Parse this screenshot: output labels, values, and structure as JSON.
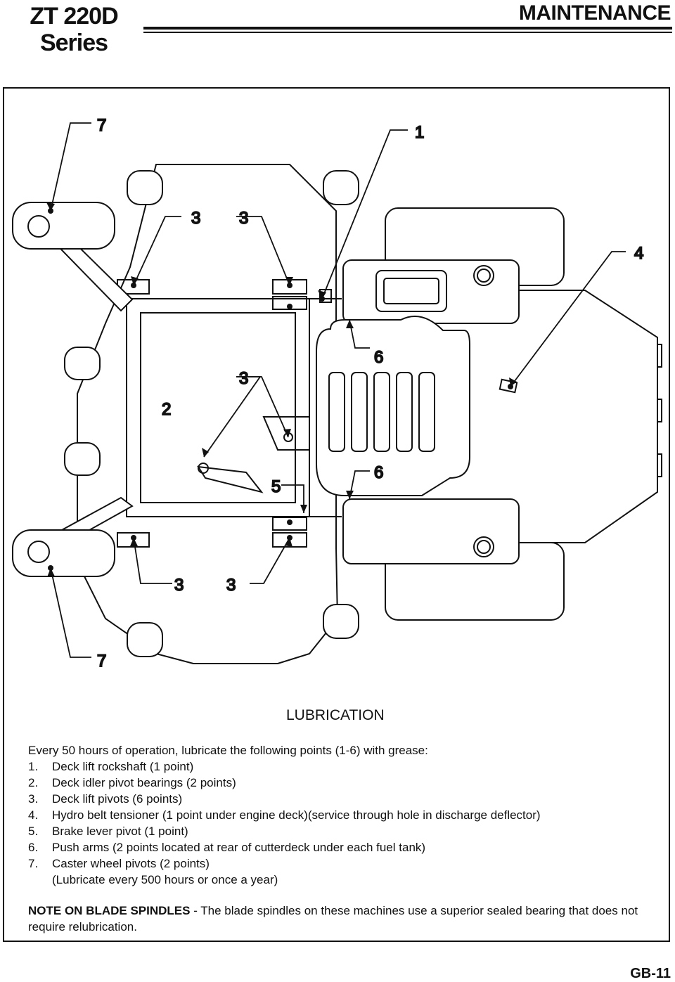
{
  "header": {
    "model_line1": "ZT 220D",
    "model_line2": "Series",
    "section": "MAINTENANCE"
  },
  "diagram": {
    "callouts": [
      "7",
      "1",
      "3",
      "3",
      "4",
      "6",
      "3",
      "2",
      "6",
      "5",
      "3",
      "3",
      "7"
    ]
  },
  "lubrication": {
    "title": "LUBRICATION",
    "intro": "Every 50 hours of operation, lubricate the following points (1-6) with grease:",
    "items": [
      {
        "num": "1.",
        "text": "Deck lift rockshaft (1 point)"
      },
      {
        "num": "2.",
        "text": "Deck idler pivot bearings (2 points)"
      },
      {
        "num": "3.",
        "text": "Deck lift pivots (6 points)"
      },
      {
        "num": "4.",
        "text": "Hydro belt tensioner (1 point under engine deck)(service through hole in discharge deflector)"
      },
      {
        "num": "5.",
        "text": "Brake lever pivot (1 point)"
      },
      {
        "num": "6.",
        "text": "Push arms (2 points located at rear of cutterdeck under each fuel tank)"
      },
      {
        "num": "7.",
        "text": "Caster wheel pivots (2 points)",
        "sub": "(Lubricate every 500 hours or once a year)"
      }
    ],
    "note_label": "NOTE ON BLADE SPINDLES",
    "note_text": " - The blade spindles on these machines use a superior sealed bearing that does not require relubrication."
  },
  "footer": {
    "page": "GB-11"
  }
}
